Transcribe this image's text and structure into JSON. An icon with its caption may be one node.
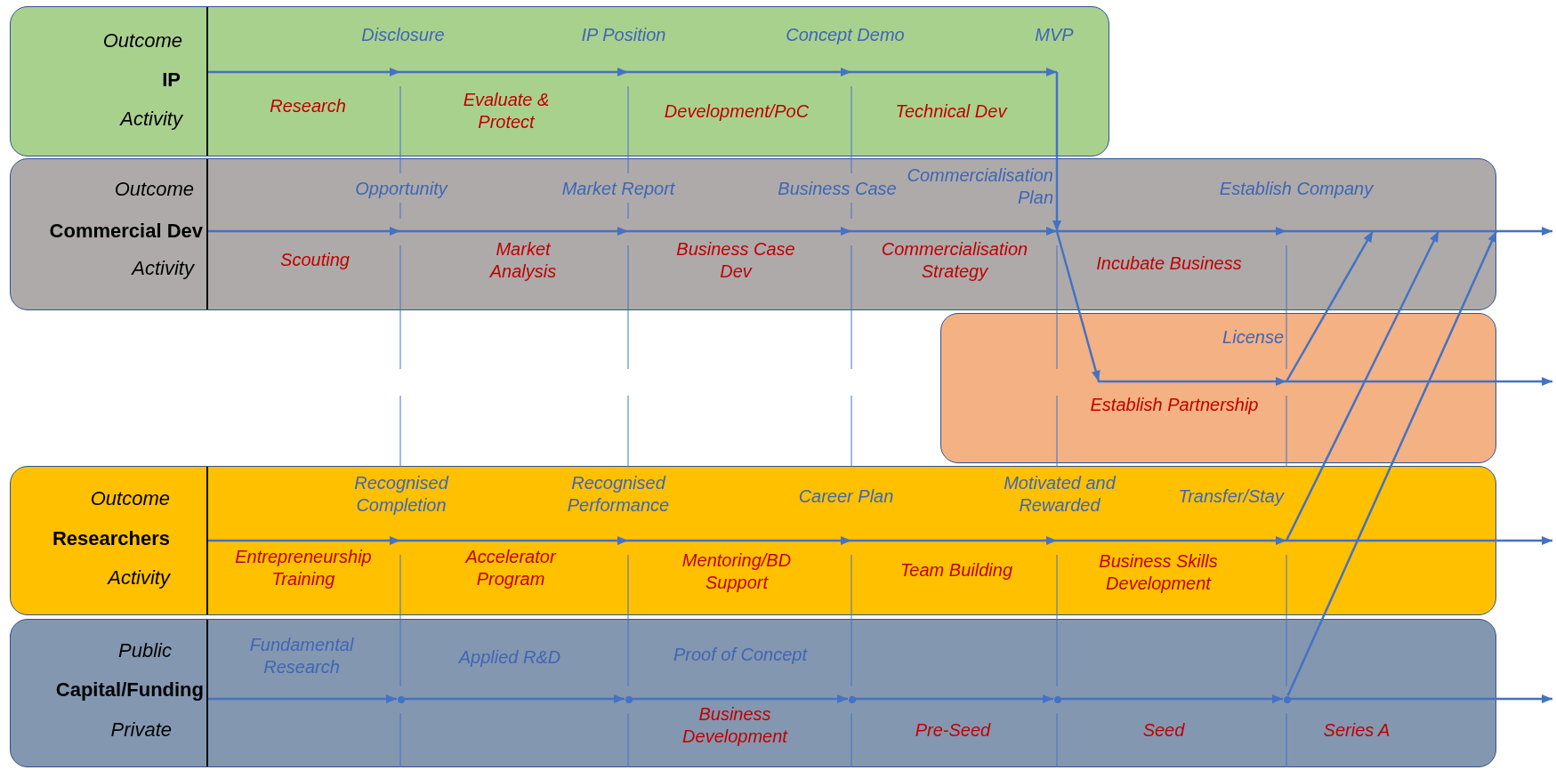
{
  "diagram": {
    "nodes": [
      {
        "text": [
          "Outcome",
          "IP",
          "Activity"
        ]
      },
      {
        "text": [
          "Disclosure"
        ],
        "in": 0
      },
      {
        "text": [
          "IP Position"
        ],
        "in": 0
      },
      {
        "text": [
          "Concept Demo"
        ],
        "in": 0
      },
      {
        "text": [
          "MVP"
        ],
        "in": 0
      },
      {
        "text": [
          "Outcome",
          "Commercial Dev",
          "Activity"
        ]
      },
      {
        "text": [
          "Opportunity"
        ],
        "in": 5
      },
      {
        "text": [
          "Market Report"
        ],
        "in": 5
      },
      {
        "text": [
          "Business Case"
        ],
        "in": 5
      },
      {
        "text": [
          "Commercialisation Plan"
        ],
        "in": 5
      },
      {
        "text": [
          "Establish Company"
        ],
        "in": 5
      },
      {
        "text": [],
        "shape": "box"
      },
      {
        "text": [
          "License"
        ],
        "in": 11
      },
      {
        "text": [
          "Outcome",
          "Researchers",
          "Activity"
        ]
      },
      {
        "text": [
          "Recognised Completion"
        ],
        "in": 13
      },
      {
        "text": [
          "Recognised Performance"
        ],
        "in": 13
      },
      {
        "text": [
          "Career Plan"
        ],
        "in": 13
      },
      {
        "text": [
          "Motivated and Rewarded"
        ],
        "in": 13
      },
      {
        "text": [
          "Transfer/Stay"
        ],
        "in": 13
      },
      {
        "text": [
          "Public",
          "Fundamental Research",
          "Applied R&D",
          "Proof of Concept",
          "Capital/Funding",
          "Private",
          "Business Development",
          "Pre-Seed",
          "Seed",
          "Series A"
        ]
      },
      {
        "text": [],
        "shape": "dot",
        "in": 19
      },
      {
        "text": [],
        "shape": "dot",
        "in": 19
      },
      {
        "text": [],
        "shape": "dot",
        "in": 19
      },
      {
        "text": [],
        "shape": "dot",
        "in": 19
      },
      {
        "text": [],
        "shape": "dot",
        "in": 19
      }
    ],
    "edges": [
      {
        "from": null,
        "to": 1,
        "arrow": "to",
        "label": "Research"
      },
      {
        "from": 1,
        "to": 2,
        "arrow": "to",
        "label": "Evaluate & Protect"
      },
      {
        "from": 2,
        "to": 3,
        "arrow": "to",
        "label": "Development/PoC"
      },
      {
        "from": 3,
        "to": 4,
        "arrow": "to",
        "label": "Technical Dev"
      },
      {
        "from": 4,
        "to": 9,
        "arrow": "to"
      },
      {
        "from": null,
        "to": 6,
        "arrow": "to",
        "label": "Scouting"
      },
      {
        "from": 6,
        "to": 7,
        "arrow": "to",
        "label": "Market Analysis"
      },
      {
        "from": 7,
        "to": 8,
        "arrow": "to",
        "label": "Business Case Dev"
      },
      {
        "from": 8,
        "to": 9,
        "arrow": "to",
        "label": "Commercialisation Strategy"
      },
      {
        "from": 9,
        "to": 10,
        "arrow": "to",
        "label": "Incubate Business"
      },
      {
        "from": 10,
        "to": null,
        "arrow": "to"
      },
      {
        "from": 9,
        "to": 12,
        "arrow": "to",
        "label": "Establish Partnership"
      },
      {
        "from": 12,
        "to": null,
        "arrow": "to"
      },
      {
        "from": 12,
        "to": 10,
        "arrow": "to"
      },
      {
        "from": null,
        "to": 14,
        "arrow": "to",
        "label": "Entrepreneurship Training"
      },
      {
        "from": 14,
        "to": 15,
        "arrow": "to",
        "label": "Accelerator Program"
      },
      {
        "from": 15,
        "to": 16,
        "arrow": "to",
        "label": "Mentoring/BD Support"
      },
      {
        "from": 16,
        "to": 17,
        "arrow": "to",
        "label": "Team Building"
      },
      {
        "from": 17,
        "to": 18,
        "arrow": "to",
        "label": "Business Skills Development"
      },
      {
        "from": 18,
        "to": null,
        "arrow": "to"
      },
      {
        "from": 18,
        "to": null,
        "arrow": "to"
      },
      {
        "from": null,
        "to": 20,
        "arrow": "to"
      },
      {
        "from": 20,
        "to": 21,
        "arrow": "to"
      },
      {
        "from": 21,
        "to": 22,
        "arrow": "to"
      },
      {
        "from": 22,
        "to": 23,
        "arrow": "to"
      },
      {
        "from": 23,
        "to": 24,
        "arrow": "to"
      },
      {
        "from": 24,
        "to": null,
        "arrow": "to"
      },
      {
        "from": 24,
        "to": 5,
        "arrow": "to"
      }
    ]
  }
}
